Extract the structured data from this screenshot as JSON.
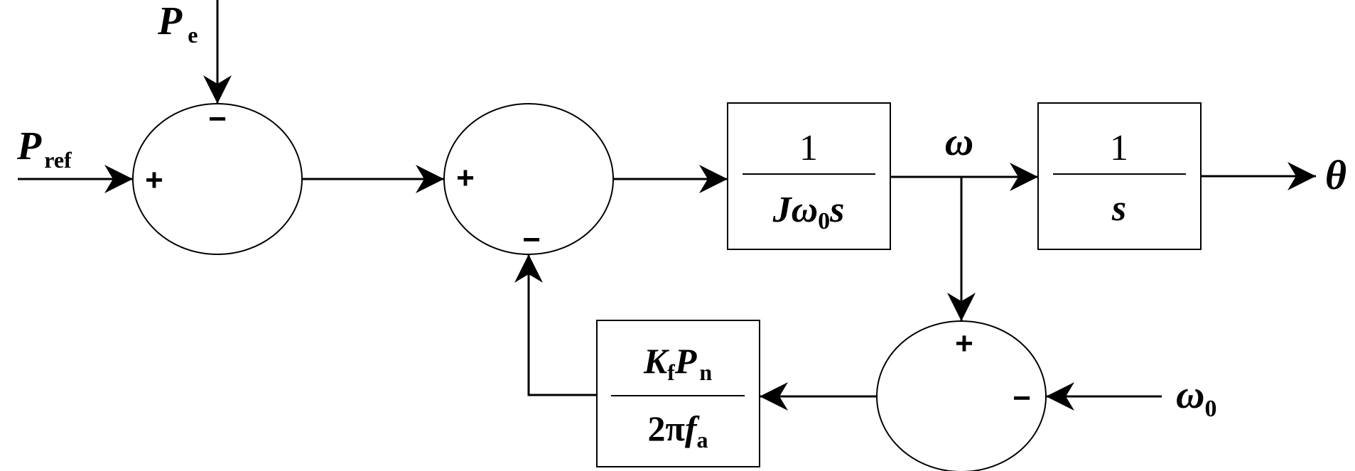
{
  "diagram": {
    "signals": {
      "p_e": {
        "main": "P",
        "sub": "e"
      },
      "p_ref": {
        "main": "P",
        "sub": "ref"
      },
      "omega": "ω",
      "omega0": {
        "main": "ω",
        "sub": "0"
      },
      "theta": "θ"
    },
    "summers": {
      "sum1": {
        "sign_top": "−",
        "sign_left": "+"
      },
      "sum2": {
        "sign_left": "+",
        "sign_bottom": "−"
      },
      "sum3": {
        "sign_top": "+",
        "sign_right": "−"
      }
    },
    "blocks": {
      "inertia": {
        "numerator": "1",
        "den_J": "J",
        "den_omega": "ω",
        "den_sub": "0",
        "den_s": "s"
      },
      "integrator": {
        "numerator": "1",
        "denominator": "s"
      },
      "damping": {
        "num_K": "K",
        "num_K_sub": "f",
        "num_P": "P",
        "num_P_sub": "n",
        "den_2pi": "2π",
        "den_f": "f",
        "den_f_sub": "a"
      }
    },
    "colors": {
      "line": "#000000",
      "background": "#ffffff"
    }
  }
}
